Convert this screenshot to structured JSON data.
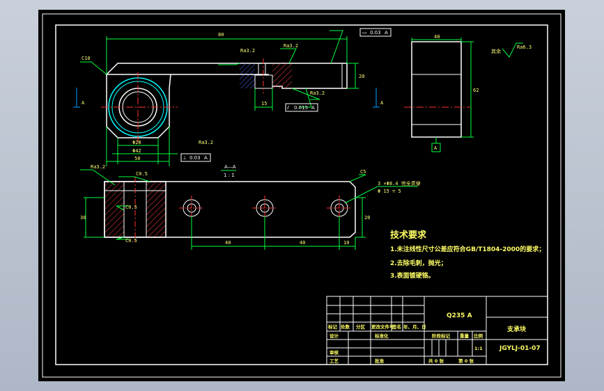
{
  "drawing": {
    "dims": {
      "top_length": "80",
      "chamfer_c10": "C10",
      "rough_a": "Ra3.2",
      "rough_b": "Ra3.2",
      "rough_c": "Ra3.2",
      "rough_d": "Ra3.2",
      "rough_e": "Ra3.2",
      "rough_side": "Ra6.3",
      "remainder_label": "其余",
      "tol_flat_sym": "▭",
      "tol_flat_val": "0.03",
      "tol_flat_ref": "A",
      "tol_par_sym": "⫽",
      "tol_par_val": "0.015",
      "tol_par_ref": "A",
      "tol_perp_sym": "⊥",
      "tol_perp_val": "0.03",
      "tol_perp_ref": "A",
      "height_r": "20",
      "slot_width": "15",
      "datum_a": "A",
      "bore": "Φ28",
      "outer": "Φ42",
      "base_width": "50",
      "side_width": "40",
      "side_height": "62",
      "side_datum": "A",
      "section_label": "A—A",
      "section_scale": "1 : 1",
      "c05": "C0.5",
      "c5": "C5",
      "note_holes_1": "3 ×Φ8.4 完全贯穿",
      "note_holes_2": "Φ 15 ▽ 5",
      "c05_a": "C0.5",
      "c05_b": "C0.5",
      "bottom_height": "30",
      "right_height": "20",
      "span_1": "40",
      "span_2": "40",
      "end_dist": "10"
    },
    "notes": {
      "title": "技术要求",
      "line1": "1.未注线性尺寸公差应符合GB/T1804-2000的要求；",
      "line2": "2.去除毛刺，抛光；",
      "line3": "3.表面镀硬铬。"
    },
    "title_block": {
      "material": "Q235 A",
      "part_name": "支承块",
      "drawing_no": "JGYLJ-01-07",
      "h_mark": "标记",
      "h_count": "处数",
      "h_zone": "分区",
      "h_change": "更改文件号",
      "h_sign": "签名",
      "h_date": "年、月、日",
      "h_design": "设计",
      "h_standard": "标准化",
      "h_stage": "阶段标记",
      "h_weight": "重量",
      "h_scale": "比例",
      "scale_val": "1:1",
      "h_review": "审核",
      "h_process": "工艺",
      "h_approve": "批准",
      "sheets": "共 0 张",
      "sheet_no": "第 0 张"
    }
  }
}
